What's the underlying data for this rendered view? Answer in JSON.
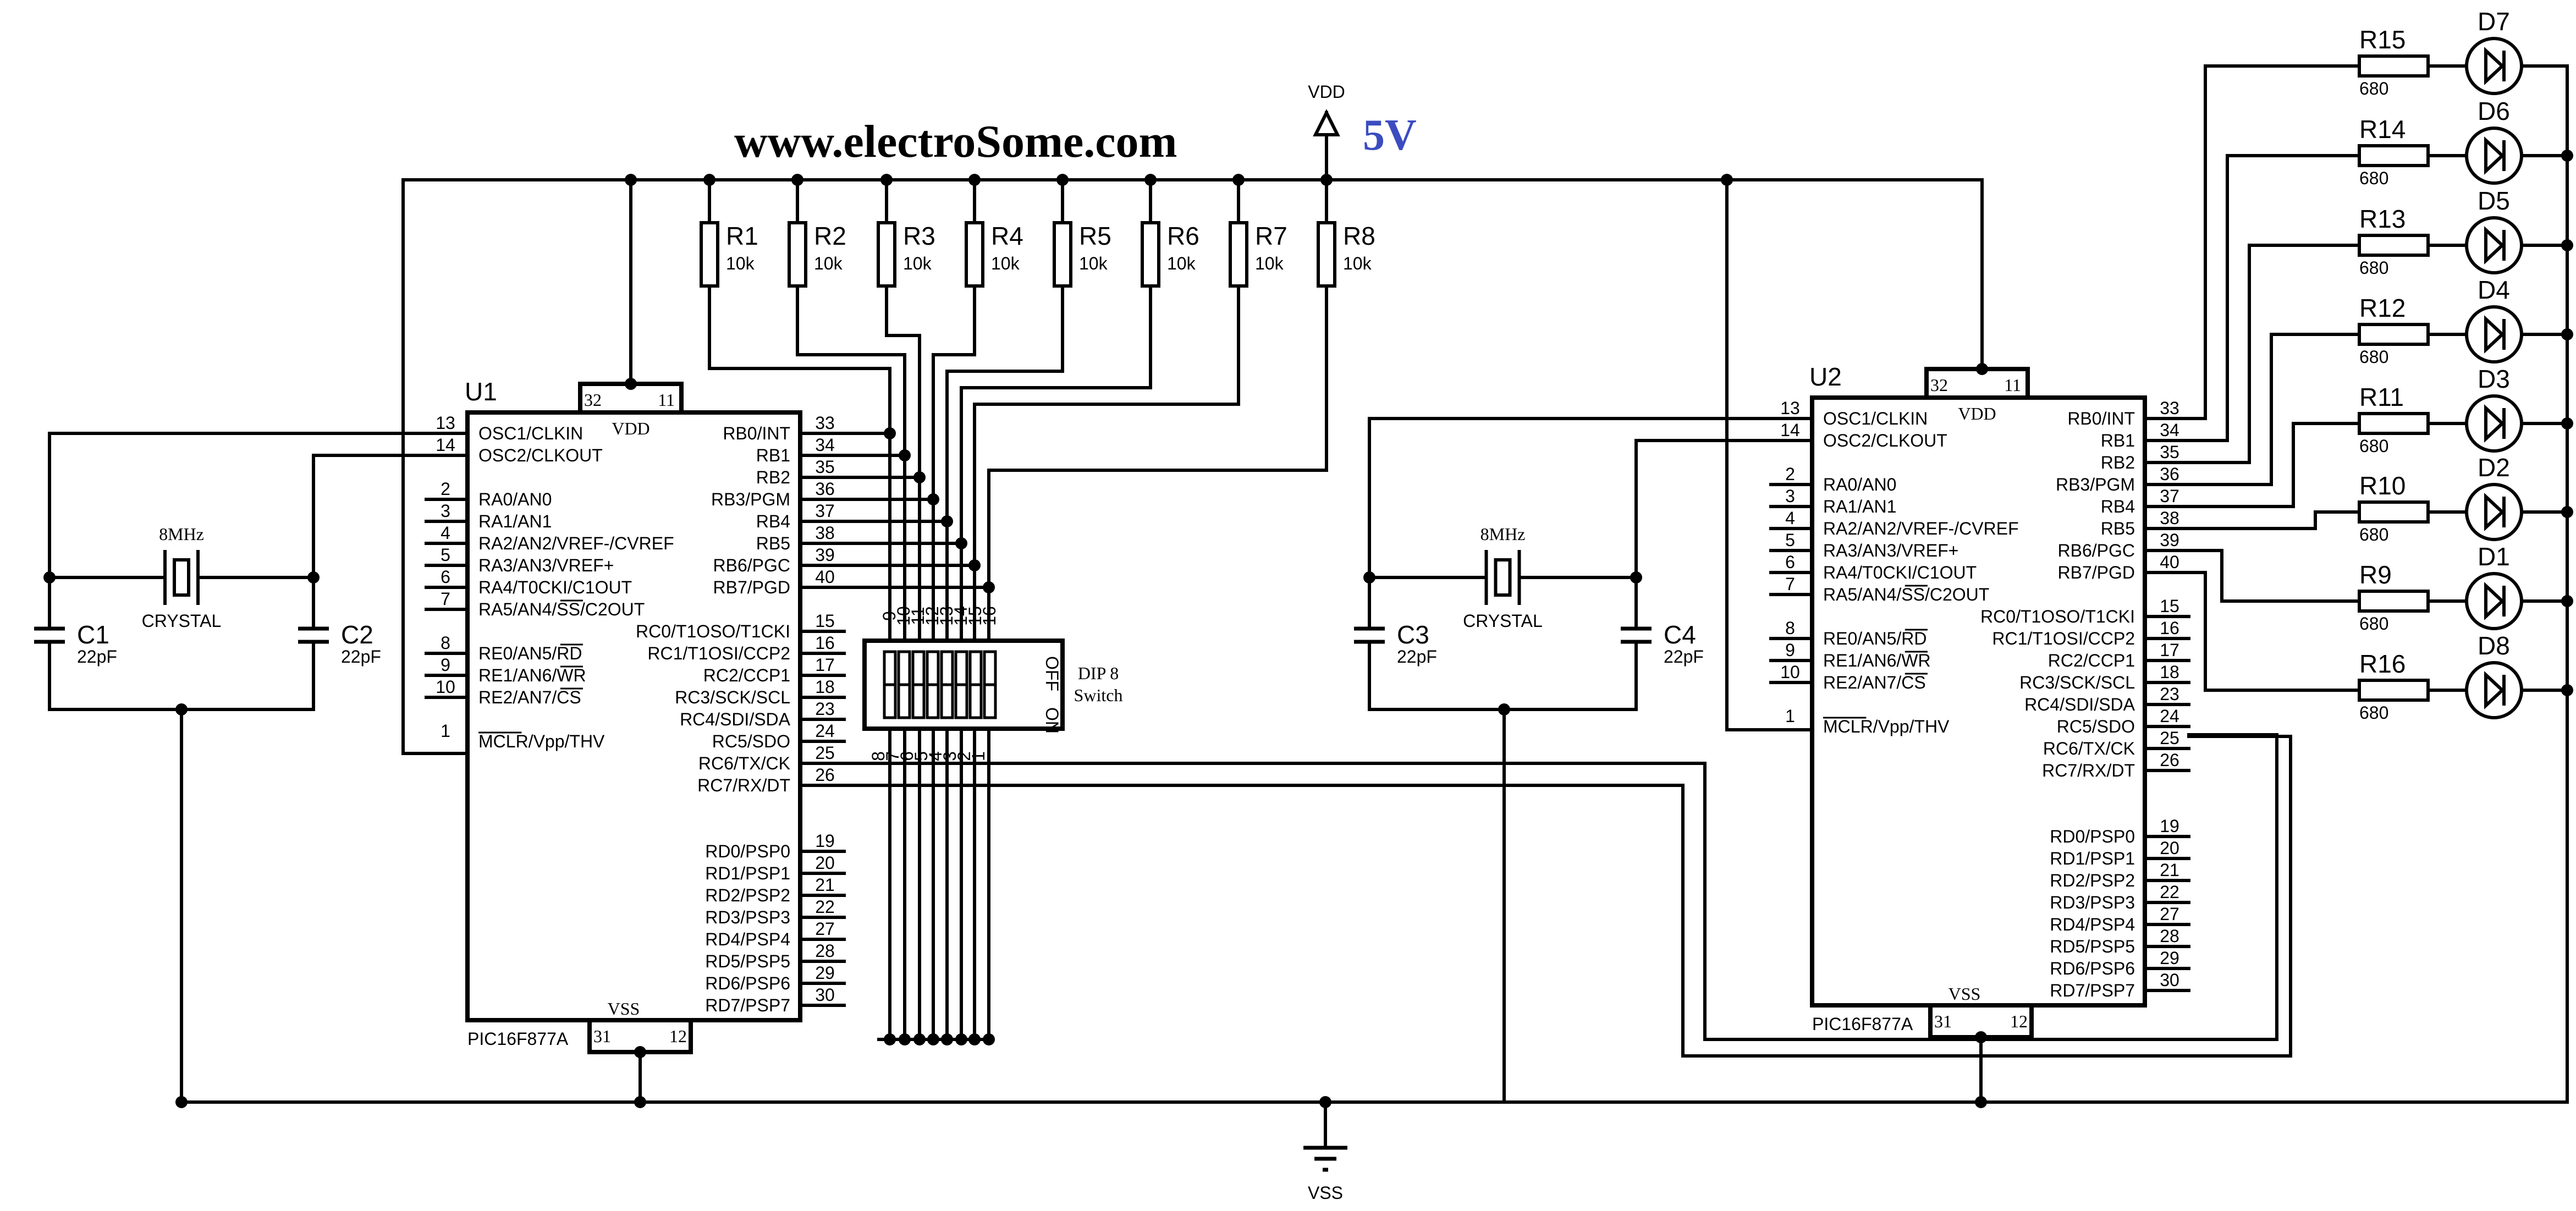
{
  "title": "www.electroSome.com",
  "supply": {
    "net_label": "VDD",
    "voltage_label": "5V",
    "voltage_color": "#3b4cc0"
  },
  "ground": {
    "net_label": "VSS"
  },
  "mcu": {
    "part": "PIC16F877A",
    "top_label": "VDD",
    "bottom_label": "VSS",
    "top_pins": [
      "32",
      "11"
    ],
    "bottom_pins": [
      "31",
      "12"
    ],
    "left_pins": [
      {
        "num": "13",
        "name": "OSC1/CLKIN"
      },
      {
        "num": "14",
        "name": "OSC2/CLKOUT"
      },
      {
        "num": "2",
        "name": "RA0/AN0"
      },
      {
        "num": "3",
        "name": "RA1/AN1"
      },
      {
        "num": "4",
        "name": "RA2/AN2/VREF-/CVREF"
      },
      {
        "num": "5",
        "name": "RA3/AN3/VREF+"
      },
      {
        "num": "6",
        "name": "RA4/T0CKI/C1OUT"
      },
      {
        "num": "7",
        "name": "RA5/AN4/SS/C2OUT"
      },
      {
        "num": "8",
        "name": "RE0/AN5/RD"
      },
      {
        "num": "9",
        "name": "RE1/AN6/WR"
      },
      {
        "num": "10",
        "name": "RE2/AN7/CS"
      },
      {
        "num": "1",
        "name": "MCLR/Vpp/THV"
      }
    ],
    "right_pins": [
      {
        "num": "33",
        "name": "RB0/INT"
      },
      {
        "num": "34",
        "name": "RB1"
      },
      {
        "num": "35",
        "name": "RB2"
      },
      {
        "num": "36",
        "name": "RB3/PGM"
      },
      {
        "num": "37",
        "name": "RB4"
      },
      {
        "num": "38",
        "name": "RB5"
      },
      {
        "num": "39",
        "name": "RB6/PGC"
      },
      {
        "num": "40",
        "name": "RB7/PGD"
      },
      {
        "num": "15",
        "name": "RC0/T1OSO/T1CKI"
      },
      {
        "num": "16",
        "name": "RC1/T1OSI/CCP2"
      },
      {
        "num": "17",
        "name": "RC2/CCP1"
      },
      {
        "num": "18",
        "name": "RC3/SCK/SCL"
      },
      {
        "num": "23",
        "name": "RC4/SDI/SDA"
      },
      {
        "num": "24",
        "name": "RC5/SDO"
      },
      {
        "num": "25",
        "name": "RC6/TX/CK"
      },
      {
        "num": "26",
        "name": "RC7/RX/DT"
      },
      {
        "num": "19",
        "name": "RD0/PSP0"
      },
      {
        "num": "20",
        "name": "RD1/PSP1"
      },
      {
        "num": "21",
        "name": "RD2/PSP2"
      },
      {
        "num": "22",
        "name": "RD3/PSP3"
      },
      {
        "num": "27",
        "name": "RD4/PSP4"
      },
      {
        "num": "28",
        "name": "RD5/PSP5"
      },
      {
        "num": "29",
        "name": "RD6/PSP6"
      },
      {
        "num": "30",
        "name": "RD7/PSP7"
      }
    ],
    "overbars": {
      "RA5/AN4/SS/C2OUT": "SS",
      "RE0/AN5/RD": "RD",
      "RE1/AN6/WR": "WR",
      "RE2/AN7/CS": "CS",
      "MCLR/Vpp/THV": "MCLR"
    }
  },
  "u1": {
    "ref": "U1"
  },
  "u2": {
    "ref": "U2"
  },
  "oscillators": [
    {
      "crystal_freq": "8MHz",
      "crystal_label": "CRYSTAL",
      "caps": [
        {
          "ref": "C1",
          "value": "22pF"
        },
        {
          "ref": "C2",
          "value": "22pF"
        }
      ]
    },
    {
      "crystal_freq": "8MHz",
      "crystal_label": "CRYSTAL",
      "caps": [
        {
          "ref": "C3",
          "value": "22pF"
        },
        {
          "ref": "C4",
          "value": "22pF"
        }
      ]
    }
  ],
  "pullups": [
    {
      "ref": "R1",
      "value": "10k"
    },
    {
      "ref": "R2",
      "value": "10k"
    },
    {
      "ref": "R3",
      "value": "10k"
    },
    {
      "ref": "R4",
      "value": "10k"
    },
    {
      "ref": "R5",
      "value": "10k"
    },
    {
      "ref": "R6",
      "value": "10k"
    },
    {
      "ref": "R7",
      "value": "10k"
    },
    {
      "ref": "R8",
      "value": "10k"
    }
  ],
  "dip_switch": {
    "label_line1": "DIP 8",
    "label_line2": "Switch",
    "off_label": "OFF",
    "on_label": "ON",
    "top_pins": [
      "9",
      "10",
      "11",
      "12",
      "13",
      "14",
      "15",
      "16"
    ],
    "bottom_pins": [
      "8",
      "7",
      "6",
      "5",
      "4",
      "3",
      "2",
      "1"
    ]
  },
  "leds": [
    {
      "res_ref": "R15",
      "res_value": "680",
      "led_ref": "D7"
    },
    {
      "res_ref": "R14",
      "res_value": "680",
      "led_ref": "D6"
    },
    {
      "res_ref": "R13",
      "res_value": "680",
      "led_ref": "D5"
    },
    {
      "res_ref": "R12",
      "res_value": "680",
      "led_ref": "D4"
    },
    {
      "res_ref": "R11",
      "res_value": "680",
      "led_ref": "D3"
    },
    {
      "res_ref": "R10",
      "res_value": "680",
      "led_ref": "D2"
    },
    {
      "res_ref": "R9",
      "res_value": "680",
      "led_ref": "D1"
    },
    {
      "res_ref": "R16",
      "res_value": "680",
      "led_ref": "D8"
    }
  ]
}
